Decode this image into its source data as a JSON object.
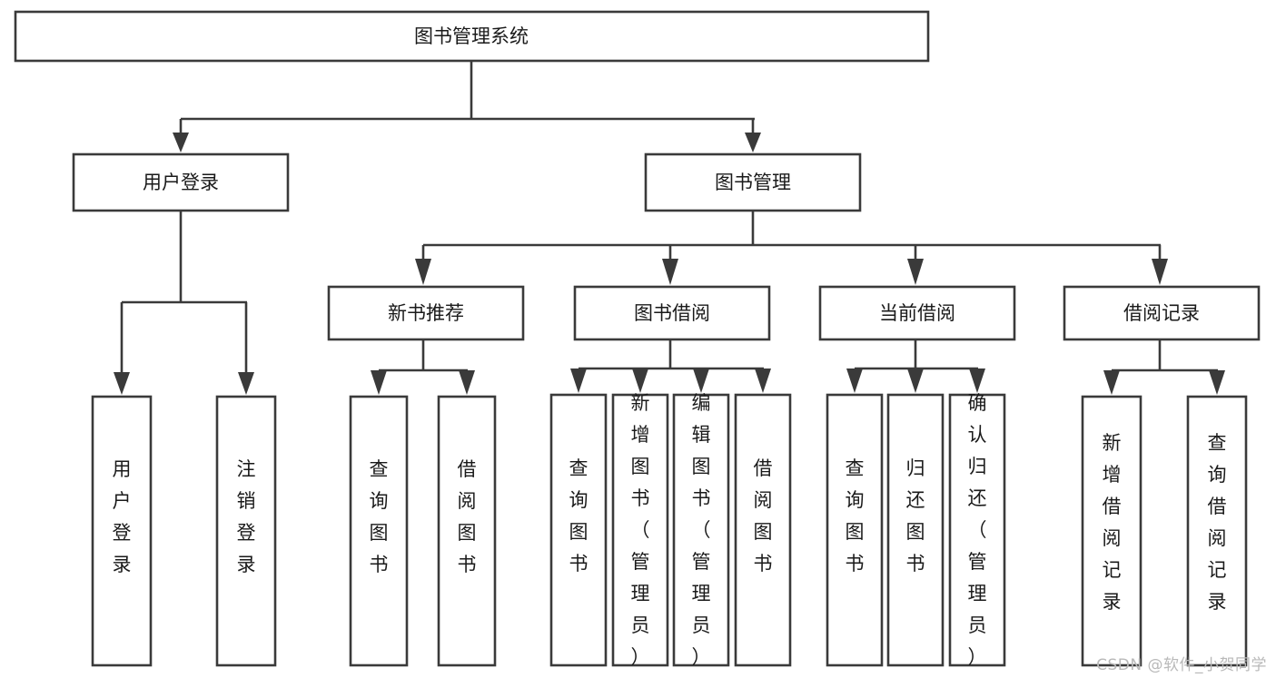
{
  "diagram": {
    "title": "图书管理系统",
    "type": "hierarchy-tree",
    "background_color": "#ffffff",
    "line_color": "#3a3a3a",
    "box_fill": "#ffffff",
    "text_color": "#1a1a1a"
  },
  "root": {
    "label": "图书管理系统"
  },
  "level2": [
    {
      "label": "用户登录"
    },
    {
      "label": "图书管理"
    }
  ],
  "level3": [
    {
      "label": "新书推荐"
    },
    {
      "label": "图书借阅"
    },
    {
      "label": "当前借阅"
    },
    {
      "label": "借阅记录"
    }
  ],
  "leaves": {
    "user_login": [
      {
        "label": "用户登录"
      },
      {
        "label": "注销登录"
      }
    ],
    "new_book_recommend": [
      {
        "label": "查询图书"
      },
      {
        "label": "借阅图书"
      }
    ],
    "book_borrow": [
      {
        "label": "查询图书"
      },
      {
        "label": "新增图书（管理员）"
      },
      {
        "label": "编辑图书（管理员）"
      },
      {
        "label": "借阅图书"
      }
    ],
    "current_borrow": [
      {
        "label": "查询图书"
      },
      {
        "label": "归还图书"
      },
      {
        "label": "确认归还（管理员）"
      }
    ],
    "borrow_record": [
      {
        "label": "新增借阅记录"
      },
      {
        "label": "查询借阅记录"
      }
    ]
  },
  "watermark": {
    "text": "CSDN @软件_小贺同学"
  }
}
